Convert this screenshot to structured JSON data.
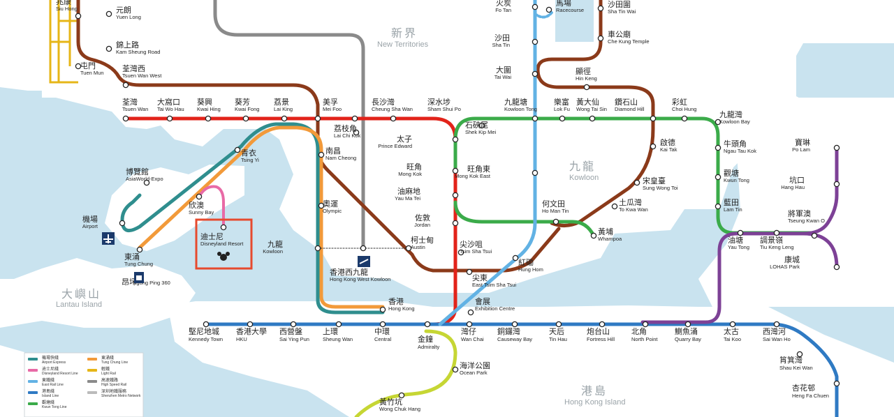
{
  "regions": {
    "new_territories": {
      "zh": "新界",
      "en": "New Territories"
    },
    "kowloon": {
      "zh": "九龍",
      "en": "Kowloon"
    },
    "lantau": {
      "zh": "大嶼山",
      "en": "Lantau Island"
    },
    "hong_kong_island": {
      "zh": "港島",
      "en": "Hong Kong Island"
    }
  },
  "colors": {
    "tsuen_wan": "#e2231a",
    "kwun_tong": "#3bab4a",
    "island": "#2f7ac3",
    "tseung_kwan_o": "#7d4196",
    "east_rail": "#62b2e4",
    "tuen_ma": "#8b3a1a",
    "tung_chung": "#f29a3a",
    "airport_express": "#2f8e8e",
    "disneyland": "#e86aa6",
    "light_rail": "#e6b618",
    "south_island": "#c6d634",
    "high_speed": "#8a8a8a"
  },
  "stations": [
    {
      "id": "siu-hong",
      "zh": "兆康",
      "en": "Siu Hong"
    },
    {
      "id": "yuen-long",
      "zh": "元朗",
      "en": "Yuen Long"
    },
    {
      "id": "kam-sheung-road",
      "zh": "錦上路",
      "en": "Kam Sheung Road"
    },
    {
      "id": "tuen-mun",
      "zh": "屯門",
      "en": "Tuen Mun"
    },
    {
      "id": "tsuen-wan-west",
      "zh": "荃灣西",
      "en": "Tsuen Wan West"
    },
    {
      "id": "tsuen-wan",
      "zh": "荃灣",
      "en": "Tsuen Wan"
    },
    {
      "id": "tai-wo-hau",
      "zh": "大窩口",
      "en": "Tai Wo Hau"
    },
    {
      "id": "kwai-hing",
      "zh": "葵興",
      "en": "Kwai Hing"
    },
    {
      "id": "kwai-fong",
      "zh": "葵芳",
      "en": "Kwai Fong"
    },
    {
      "id": "lai-king",
      "zh": "荔景",
      "en": "Lai King"
    },
    {
      "id": "mei-foo",
      "zh": "美孚",
      "en": "Mei Foo"
    },
    {
      "id": "cheung-sha-wan",
      "zh": "長沙灣",
      "en": "Cheung Sha Wan"
    },
    {
      "id": "sham-shui-po",
      "zh": "深水埗",
      "en": "Sham Shui Po"
    },
    {
      "id": "lai-chi-kok",
      "zh": "荔枝角",
      "en": "Lai Chi Kok"
    },
    {
      "id": "nam-cheong",
      "zh": "南昌",
      "en": "Nam Cheong"
    },
    {
      "id": "olympic",
      "zh": "奧運",
      "en": "Olympic"
    },
    {
      "id": "kowloon",
      "zh": "九龍",
      "en": "Kowloon"
    },
    {
      "id": "austin",
      "zh": "柯士甸",
      "en": "Austin"
    },
    {
      "id": "hk-west-kowloon",
      "zh": "香港西九龍",
      "en": "Hong Kong West Kowloon"
    },
    {
      "id": "tsing-yi",
      "zh": "青衣",
      "en": "Tsing Yi"
    },
    {
      "id": "asiaworld-expo",
      "zh": "博覽館",
      "en": "AsiaWorld-Expo"
    },
    {
      "id": "airport",
      "zh": "機場",
      "en": "Airport"
    },
    {
      "id": "sunny-bay",
      "zh": "欣澳",
      "en": "Sunny Bay"
    },
    {
      "id": "disneyland-resort",
      "zh": "迪士尼",
      "en": "Disneyland Resort"
    },
    {
      "id": "tung-chung",
      "zh": "東涌",
      "en": "Tung Chung"
    },
    {
      "id": "ngong-ping",
      "zh": "昂坪",
      "en": "Ngong Ping 360"
    },
    {
      "id": "fo-tan",
      "zh": "火炭",
      "en": "Fo Tan"
    },
    {
      "id": "racecourse",
      "zh": "馬場",
      "en": "Racecourse"
    },
    {
      "id": "sha-tin-wai",
      "zh": "沙田圍",
      "en": "Sha Tin Wai"
    },
    {
      "id": "sha-tin",
      "zh": "沙田",
      "en": "Sha Tin"
    },
    {
      "id": "che-kung-temple",
      "zh": "車公廟",
      "en": "Che Kung Temple"
    },
    {
      "id": "tai-wai",
      "zh": "大圍",
      "en": "Tai Wai"
    },
    {
      "id": "hin-keng",
      "zh": "顯徑",
      "en": "Hin Keng"
    },
    {
      "id": "kowloon-tong",
      "zh": "九龍塘",
      "en": "Kowloon Tong"
    },
    {
      "id": "lok-fu",
      "zh": "樂富",
      "en": "Lok Fu"
    },
    {
      "id": "wong-tai-sin",
      "zh": "黃大仙",
      "en": "Wong Tai Sin"
    },
    {
      "id": "diamond-hill",
      "zh": "鑽石山",
      "en": "Diamond Hill"
    },
    {
      "id": "choi-hung",
      "zh": "彩虹",
      "en": "Choi Hung"
    },
    {
      "id": "kowloon-bay",
      "zh": "九龍灣",
      "en": "Kowloon Bay"
    },
    {
      "id": "prince-edward",
      "zh": "太子",
      "en": "Prince Edward"
    },
    {
      "id": "shek-kip-mei",
      "zh": "石硤尾",
      "en": "Shek Kip Mei"
    },
    {
      "id": "mong-kok",
      "zh": "旺角",
      "en": "Mong Kok"
    },
    {
      "id": "mong-kok-east",
      "zh": "旺角東",
      "en": "Mong Kok East"
    },
    {
      "id": "yau-ma-tei",
      "zh": "油麻地",
      "en": "Yau Ma Tei"
    },
    {
      "id": "jordan",
      "zh": "佐敦",
      "en": "Jordan"
    },
    {
      "id": "tsim-sha-tsui",
      "zh": "尖沙咀",
      "en": "Tsim Sha Tsui"
    },
    {
      "id": "east-tsim-sha-tsui",
      "zh": "尖東",
      "en": "East Tsim Sha Tsui"
    },
    {
      "id": "hung-hom",
      "zh": "紅磡",
      "en": "Hung Hom"
    },
    {
      "id": "ho-man-tin",
      "zh": "何文田",
      "en": "Ho Man Tin"
    },
    {
      "id": "whampoa",
      "zh": "黃埔",
      "en": "Whampoa"
    },
    {
      "id": "to-kwa-wan",
      "zh": "土瓜灣",
      "en": "To Kwa Wan"
    },
    {
      "id": "sung-wong-toi",
      "zh": "宋皇臺",
      "en": "Sung Wong Toi"
    },
    {
      "id": "kai-tak",
      "zh": "啟德",
      "en": "Kai Tak"
    },
    {
      "id": "ngau-tau-kok",
      "zh": "牛頭角",
      "en": "Ngau Tau Kok"
    },
    {
      "id": "kwun-tong",
      "zh": "觀塘",
      "en": "Kwun Tong"
    },
    {
      "id": "lam-tin",
      "zh": "藍田",
      "en": "Lam Tin"
    },
    {
      "id": "yau-tong",
      "zh": "油塘",
      "en": "Yau Tong"
    },
    {
      "id": "tiu-keng-leng",
      "zh": "調景嶺",
      "en": "Tiu Keng Leng"
    },
    {
      "id": "tseung-kwan-o",
      "zh": "將軍澳",
      "en": "Tseung Kwan O"
    },
    {
      "id": "po-lam",
      "zh": "寶琳",
      "en": "Po Lam"
    },
    {
      "id": "hang-hau",
      "zh": "坑口",
      "en": "Hang Hau"
    },
    {
      "id": "lohas-park",
      "zh": "康城",
      "en": "LOHAS Park"
    },
    {
      "id": "hong-kong",
      "zh": "香港",
      "en": "Hong Kong"
    },
    {
      "id": "exhibition-centre",
      "zh": "會展",
      "en": "Exhibition Centre"
    },
    {
      "id": "kennedy-town",
      "zh": "堅尼地城",
      "en": "Kennedy Town"
    },
    {
      "id": "hku",
      "zh": "香港大學",
      "en": "HKU"
    },
    {
      "id": "sai-ying-pun",
      "zh": "西營盤",
      "en": "Sai Ying Pun"
    },
    {
      "id": "sheung-wan",
      "zh": "上環",
      "en": "Sheung Wan"
    },
    {
      "id": "central",
      "zh": "中環",
      "en": "Central"
    },
    {
      "id": "admiralty",
      "zh": "金鐘",
      "en": "Admiralty"
    },
    {
      "id": "wan-chai",
      "zh": "灣仔",
      "en": "Wan Chai"
    },
    {
      "id": "causeway-bay",
      "zh": "銅鑼灣",
      "en": "Causeway Bay"
    },
    {
      "id": "tin-hau",
      "zh": "天后",
      "en": "Tin Hau"
    },
    {
      "id": "fortress-hill",
      "zh": "炮台山",
      "en": "Fortress Hill"
    },
    {
      "id": "north-point",
      "zh": "北角",
      "en": "North Point"
    },
    {
      "id": "quarry-bay",
      "zh": "鰂魚涌",
      "en": "Quarry Bay"
    },
    {
      "id": "tai-koo",
      "zh": "太古",
      "en": "Tai Koo"
    },
    {
      "id": "sai-wan-ho",
      "zh": "西灣河",
      "en": "Sai Wan Ho"
    },
    {
      "id": "shau-kei-wan",
      "zh": "筲箕灣",
      "en": "Shau Kei Wan"
    },
    {
      "id": "heng-fa-chuen",
      "zh": "杏花邨",
      "en": "Heng Fa Chuen"
    },
    {
      "id": "ocean-park",
      "zh": "海洋公園",
      "en": "Ocean Park"
    },
    {
      "id": "wong-chuk-hang",
      "zh": "黃竹坑",
      "en": "Wong Chuk Hang"
    }
  ],
  "legend": [
    {
      "zh": "機場快綫",
      "en": "Airport Express",
      "color": "#2f8e8e"
    },
    {
      "zh": "東涌綫",
      "en": "Tung Chung Line",
      "color": "#f29a3a"
    },
    {
      "zh": "迪士尼綫",
      "en": "Disneyland Resort Line",
      "color": "#e86aa6"
    },
    {
      "zh": "輕鐵",
      "en": "Light Rail",
      "color": "#e6b618"
    },
    {
      "zh": "東鐵綫",
      "en": "East Rail Line",
      "color": "#62b2e4"
    },
    {
      "zh": "高速鐵路",
      "en": "High Speed Rail",
      "color": "#8a8a8a"
    },
    {
      "zh": "港島綫",
      "en": "Island Line",
      "color": "#2f7ac3"
    },
    {
      "zh": "深圳地鐵服務",
      "en": "Shenzhen Metro Network",
      "color": "#bbbbbb"
    },
    {
      "zh": "觀塘綫",
      "en": "Kwun Tong Line",
      "color": "#3bab4a"
    }
  ]
}
